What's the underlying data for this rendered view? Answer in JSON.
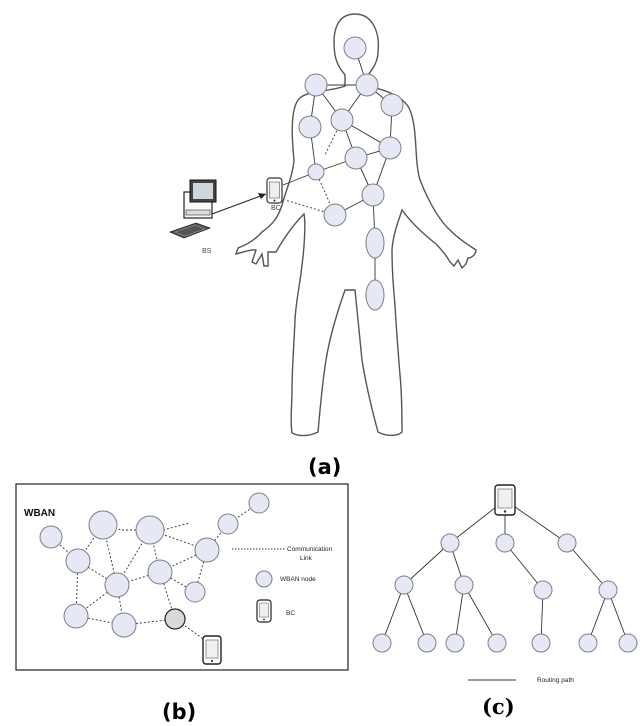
{
  "panel_a": {
    "caption": "(a)",
    "bs_label": "BS",
    "bc_label": "BC"
  },
  "panel_b": {
    "caption": "(b)",
    "title": "WBAN",
    "legend": {
      "link_label_line1": "Communication",
      "link_label_line2": "Link",
      "node_label": "WBAN node",
      "bc_label": "BC"
    }
  },
  "panel_c": {
    "caption": "(c)",
    "legend_label": "Routing path"
  },
  "colors": {
    "node_fill": "#e6e9f5",
    "node_stroke": "#7d7f87",
    "link": "#333333"
  }
}
